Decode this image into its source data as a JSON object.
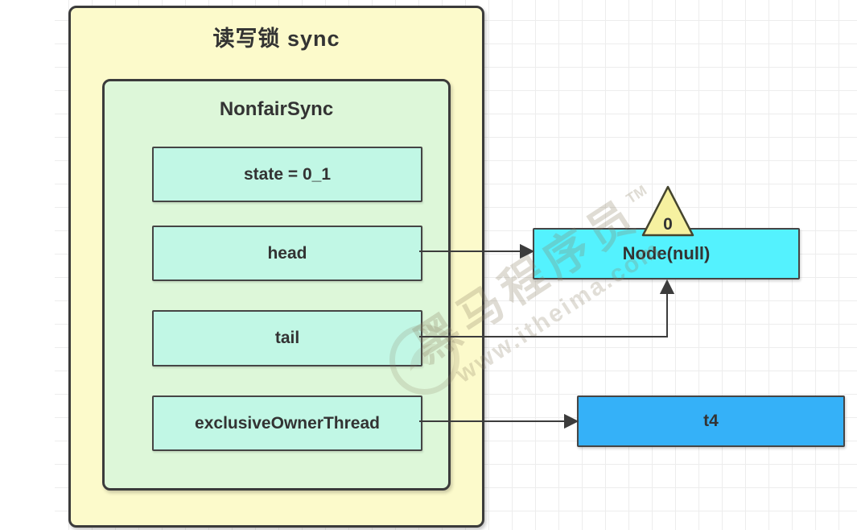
{
  "canvas": {
    "grid_color": "#ededed",
    "background": "#ffffff"
  },
  "outer_group": {
    "title": "读写锁 sync",
    "fill": "#fcfacb",
    "border": "#3b3b3b"
  },
  "sync_group": {
    "title": "NonfairSync",
    "fill": "#ddf7d9"
  },
  "fields": [
    {
      "id": "state",
      "label": "state = 0_1",
      "fill": "#c1f7e5"
    },
    {
      "id": "head",
      "label": "head",
      "fill": "#c1f7e5"
    },
    {
      "id": "tail",
      "label": "tail",
      "fill": "#c1f7e5"
    },
    {
      "id": "exclusiveOwnerThread",
      "label": "exclusiveOwnerThread",
      "fill": "#c1f7e5"
    }
  ],
  "node": {
    "label": "Node(null)",
    "fill": "#54f2fe",
    "badge": {
      "value": "0",
      "fill": "#f6f1a0"
    }
  },
  "thread": {
    "label": "t4",
    "fill": "#35b1f8"
  },
  "arrows": [
    {
      "from": "head",
      "to": "node-left"
    },
    {
      "from": "tail",
      "to": "node-bottom"
    },
    {
      "from": "exclusiveOwnerThread",
      "to": "t4-left"
    }
  ],
  "watermark": {
    "brand": "黑马程序员",
    "tm": "TM",
    "url": "www.itheima.com"
  }
}
